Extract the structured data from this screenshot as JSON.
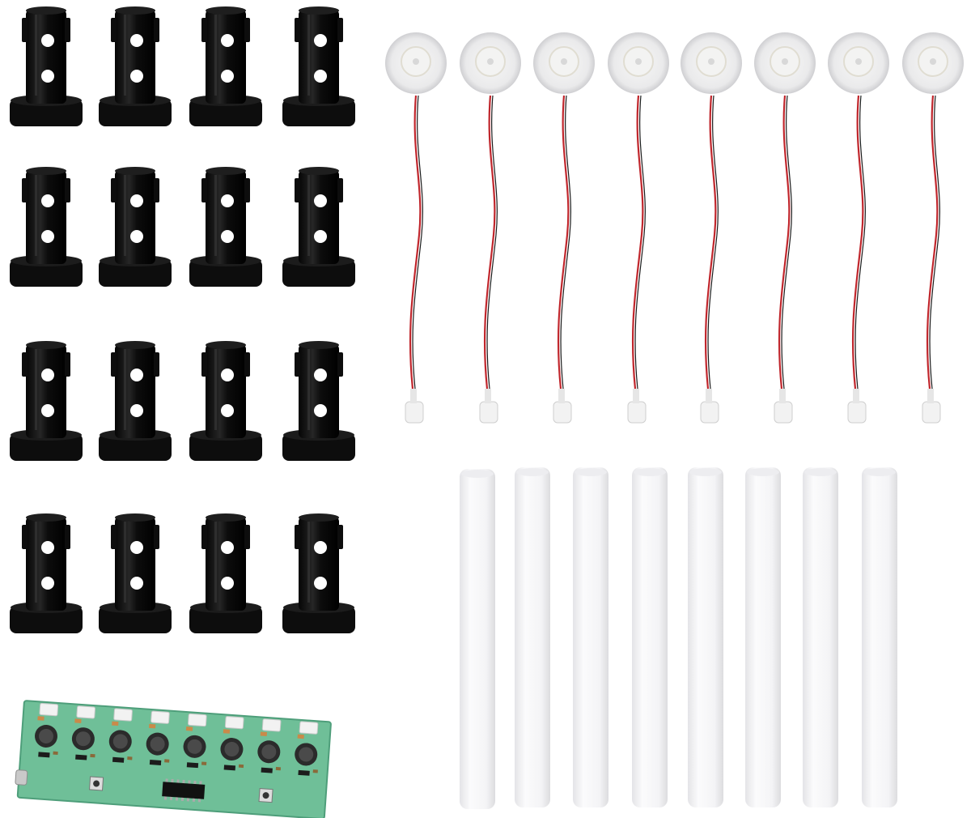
{
  "scene": {
    "background": "#ffffff",
    "colors": {
      "holder": "#0d0d0d",
      "holder_highlight": "#3a3a3a",
      "disc_ring": "#e9e9ea",
      "disc_center": "#f5f5f5",
      "wire_red": "#c0262c",
      "wire_black": "#1a1a1a",
      "stick": "#f7f7f8",
      "stick_shadow": "#e3e3e6",
      "pcb": "#6fbf98",
      "pcb_dark": "#4e9e7a",
      "inductor": "#2b2b2b",
      "connector": "#f2f2f2"
    },
    "groups": {
      "holders": {
        "count": 16,
        "icon": "black-mist-holder"
      },
      "transducers": {
        "count": 8,
        "icon": "ultrasonic-disc-with-wire"
      },
      "wicks": {
        "count": 8,
        "icon": "cotton-wick-stick"
      },
      "driver_board": {
        "count": 1,
        "outputs": 8,
        "icon": "8-channel-pcb"
      }
    }
  }
}
